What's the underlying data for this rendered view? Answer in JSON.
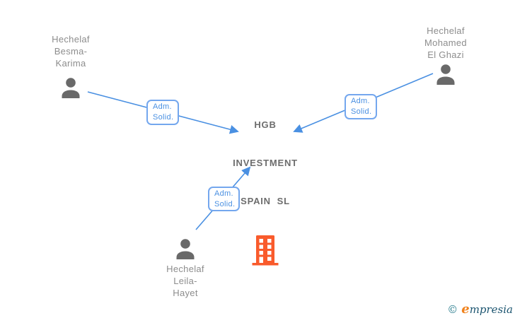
{
  "diagram": {
    "company": {
      "name_line1": "HGB",
      "name_line2": "INVESTMENT",
      "name_line3": "SPAIN  SL"
    },
    "persons": [
      {
        "line1": "Hechelaf",
        "line2": "Besma-",
        "line3": "Karima"
      },
      {
        "line1": "Hechelaf",
        "line2": "Mohamed",
        "line3": "El Ghazi"
      },
      {
        "line1": "Hechelaf",
        "line2": "Leila-",
        "line3": "Hayet"
      }
    ],
    "relationships": [
      {
        "from": "Hechelaf Besma-Karima",
        "to": "HGB INVESTMENT SPAIN SL",
        "label_line1": "Adm.",
        "label_line2": "Solid."
      },
      {
        "from": "Hechelaf Mohamed El Ghazi",
        "to": "HGB INVESTMENT SPAIN SL",
        "label_line1": "Adm.",
        "label_line2": "Solid."
      },
      {
        "from": "Hechelaf Leila-Hayet",
        "to": "HGB INVESTMENT SPAIN SL",
        "label_line1": "Adm.",
        "label_line2": "Solid."
      }
    ]
  },
  "watermark": {
    "copyright_symbol": "©",
    "brand_initial": "e",
    "brand_rest": "mpresia"
  },
  "colors": {
    "edge_blue": "#4a90e2",
    "label_border_blue": "#74a7ee",
    "label_text_blue": "#4a90e2",
    "person_icon_gray": "#696969",
    "person_name_gray": "#8d8d8d",
    "company_name_gray": "#6d6d6d",
    "building_orange": "#f95b2c",
    "watermark_teal": "#2a7d8e",
    "watermark_orange": "#f0821d",
    "watermark_navy": "#1c5570"
  }
}
